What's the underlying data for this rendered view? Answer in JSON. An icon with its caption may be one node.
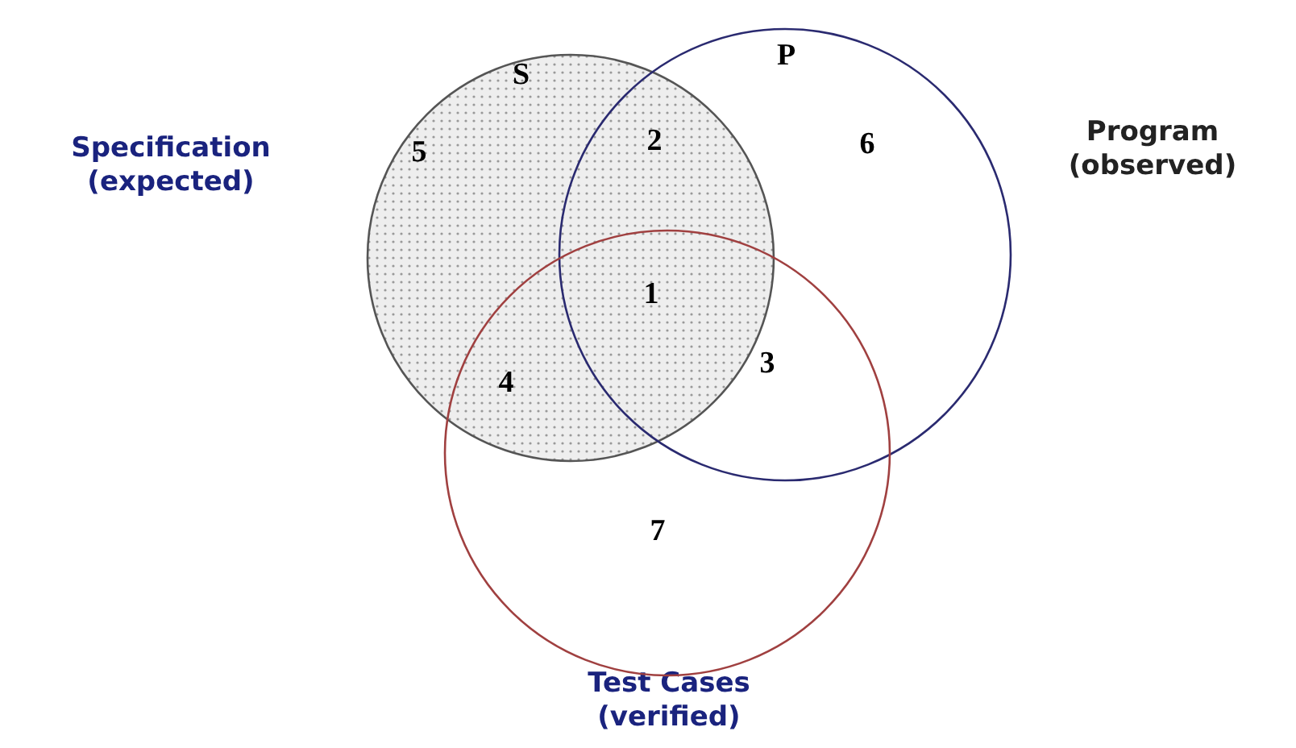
{
  "diagram": {
    "nodes": [
      {
        "text": [
          "S"
        ],
        "beside": [
          "Specification (expected)"
        ]
      },
      {
        "text": [
          "P"
        ],
        "beside": [
          "Program (observed)"
        ]
      },
      {
        "text": [],
        "shape": "circle",
        "beside": [
          "Test Cases (verified)"
        ]
      }
    ],
    "labels": [
      "5",
      "2",
      "6",
      "1",
      "4",
      "3",
      "7"
    ]
  }
}
